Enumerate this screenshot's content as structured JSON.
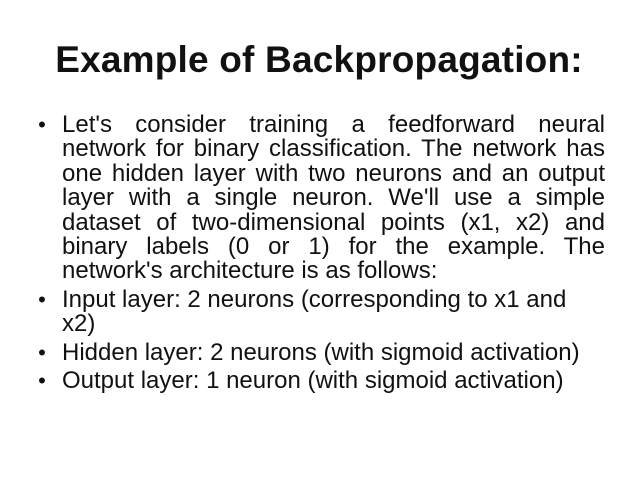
{
  "slide": {
    "title": "Example of Backpropagation:",
    "bullet_glyph": "•",
    "bullets": [
      "Let's consider training a feedforward neural network for binary classification. The network has one hidden layer with two neurons and an output layer with a single neuron. We'll use a simple dataset of two-dimensional points (x1, x2) and binary labels (0 or 1) for the example. The network's architecture is as follows:",
      "Input layer: 2 neurons (corresponding to x1 and x2)",
      "Hidden layer: 2 neurons (with sigmoid activation)",
      "Output layer: 1 neuron (with sigmoid activation)"
    ]
  }
}
